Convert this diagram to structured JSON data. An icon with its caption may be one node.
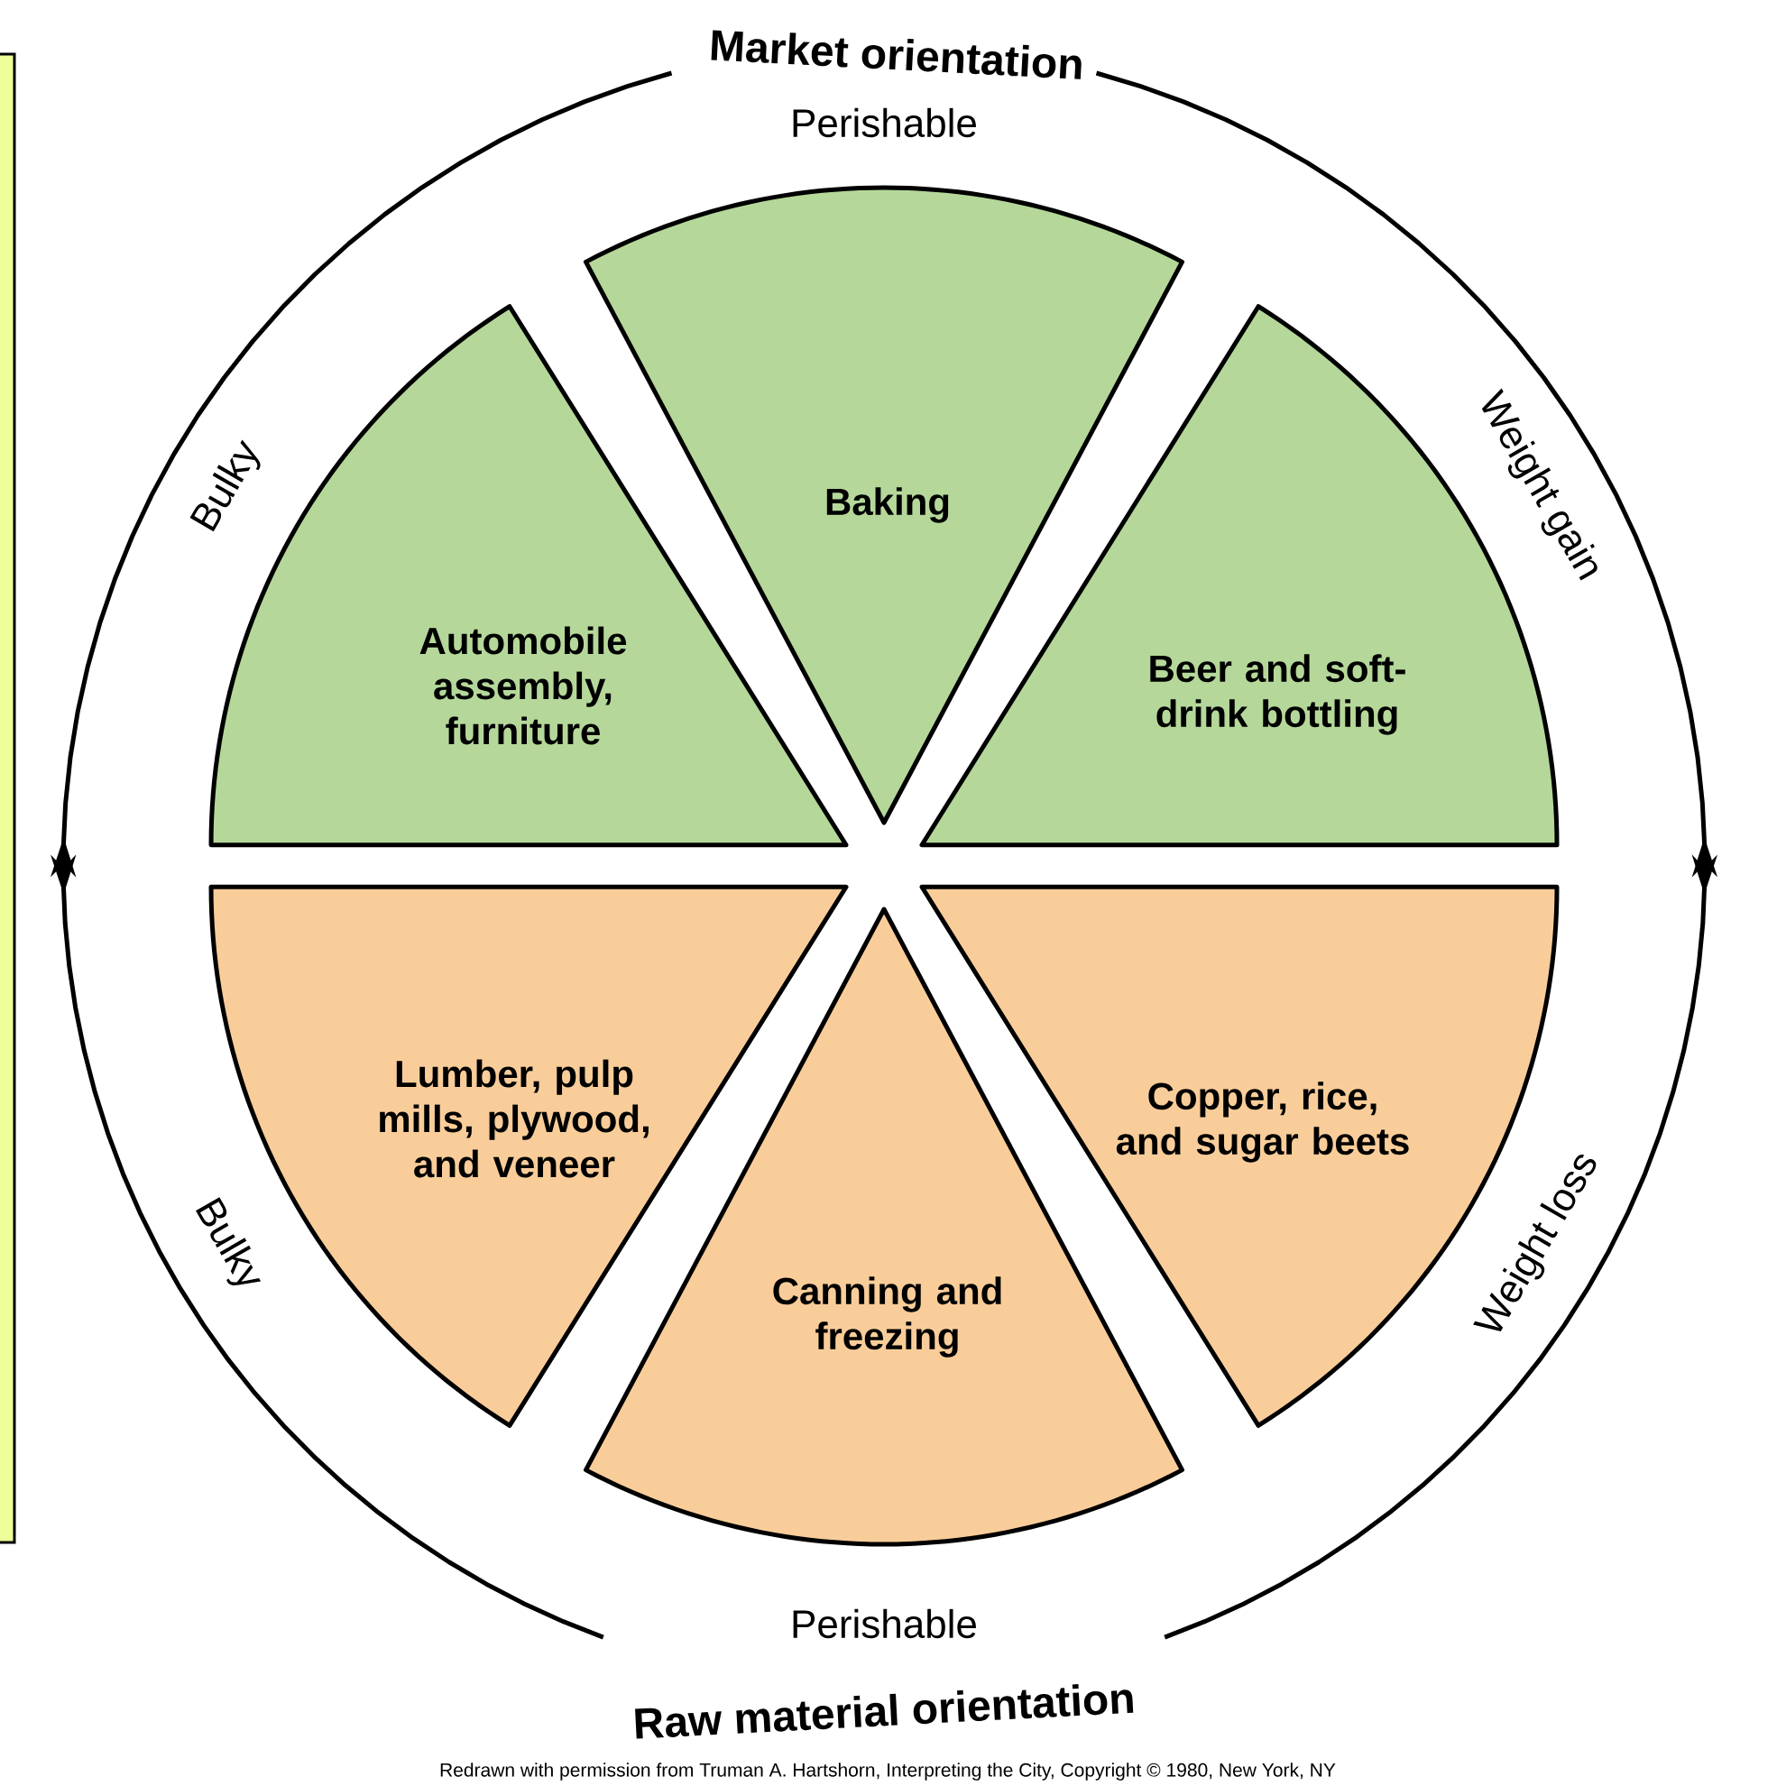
{
  "diagram": {
    "nodes": [
      {
        "text": [
          "Automobile assembly, furniture"
        ]
      },
      {
        "text": [
          "Baking"
        ]
      },
      {
        "text": [
          "Beer and soft-drink bottling"
        ]
      },
      {
        "text": [
          "Lumber, pulp mills, plywood, and veneer"
        ]
      },
      {
        "text": [
          "Canning and freezing"
        ]
      },
      {
        "text": [
          "Copper, rice, and sugar beets"
        ]
      }
    ],
    "labels": [
      "Market orientation",
      "Perishable",
      "Bulky",
      "Weight gain",
      "Bulky",
      "Weight loss",
      "Perishable",
      "Raw material orientation",
      "Redrawn with permission from Truman A. Hartshorn, Interpreting the City, Copyright © 1980, New York, NY"
    ]
  }
}
